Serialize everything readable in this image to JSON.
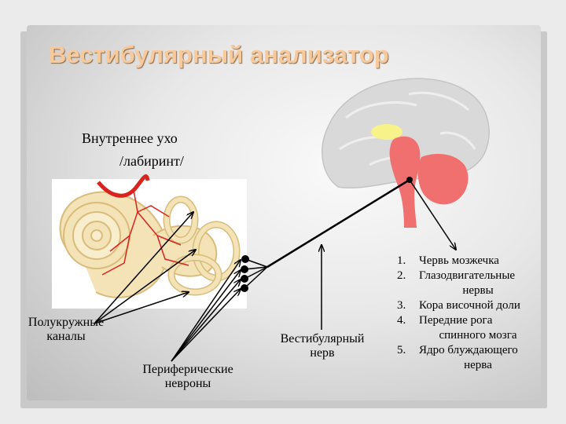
{
  "title": "Вестибулярный анализатор",
  "inner_ear": {
    "line1": "Внутреннее ухо",
    "line2": "/лабиринт/"
  },
  "labels": {
    "canals": {
      "line1": "Полукружные",
      "line2": "каналы"
    },
    "neurons": {
      "line1": "Периферические",
      "line2": "невроны"
    },
    "nerve": {
      "line1": "Вестибулярный",
      "line2": "нерв"
    }
  },
  "targets": [
    {
      "num": "1.",
      "lines": [
        "Червь мозжечка"
      ]
    },
    {
      "num": "2.",
      "lines": [
        "Глазодвигательные",
        "нервы"
      ]
    },
    {
      "num": "3.",
      "lines": [
        "Кора височной доли"
      ]
    },
    {
      "num": "4.",
      "lines": [
        "Передние рога",
        "спинного мозга"
      ]
    },
    {
      "num": "5.",
      "lines": [
        "Ядро блуждающего",
        "нерва"
      ]
    }
  ],
  "colors": {
    "title": "#f7c99b",
    "bone": "#f3e3b6",
    "vessels": "#d8241e",
    "brain": "#d8d8d8",
    "brainstem": "#f07070",
    "thalamus": "#f7f28a"
  }
}
